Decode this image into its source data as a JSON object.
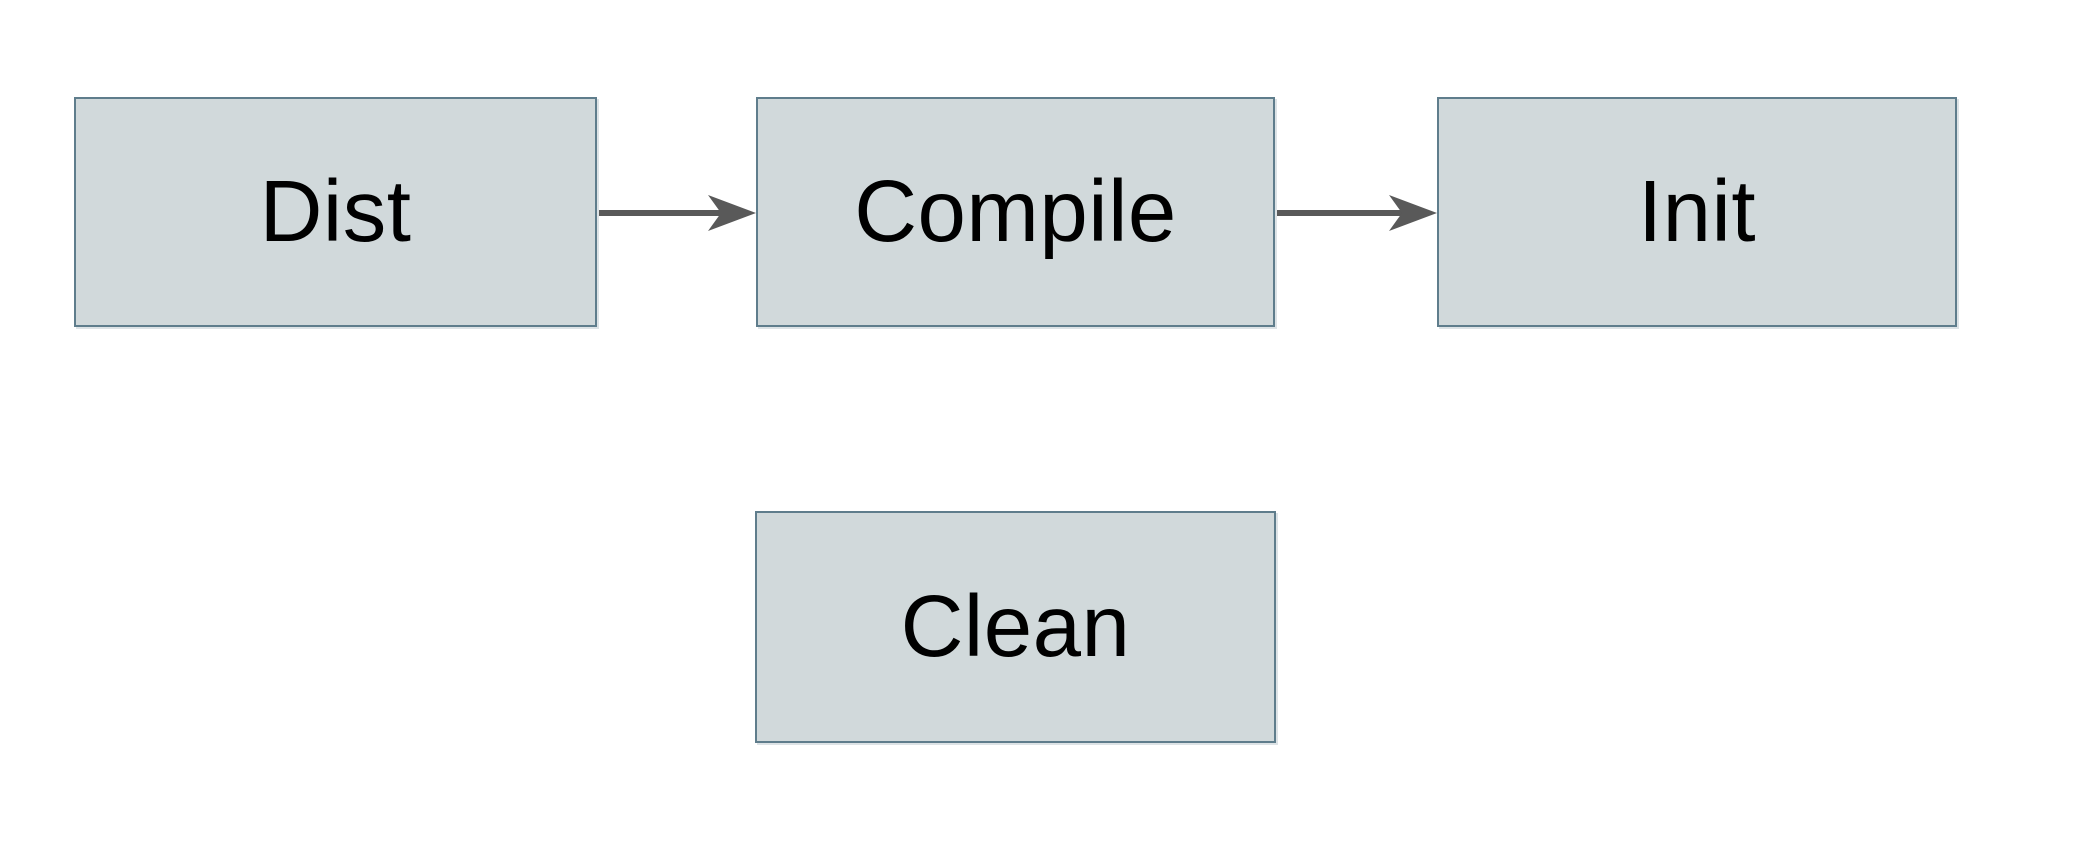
{
  "diagram": {
    "title": "",
    "nodes": [
      {
        "id": "dist",
        "label": "Dist"
      },
      {
        "id": "compile",
        "label": "Compile"
      },
      {
        "id": "init",
        "label": "Init"
      },
      {
        "id": "clean",
        "label": "Clean"
      }
    ],
    "edges": [
      {
        "from": "dist",
        "to": "compile",
        "direction": "right"
      },
      {
        "from": "compile",
        "to": "init",
        "direction": "right"
      }
    ],
    "colors": {
      "node_fill": "#d1d9db",
      "node_border": "#5f7d8c",
      "arrow": "#595959",
      "text": "#000000",
      "background": "#ffffff"
    }
  }
}
